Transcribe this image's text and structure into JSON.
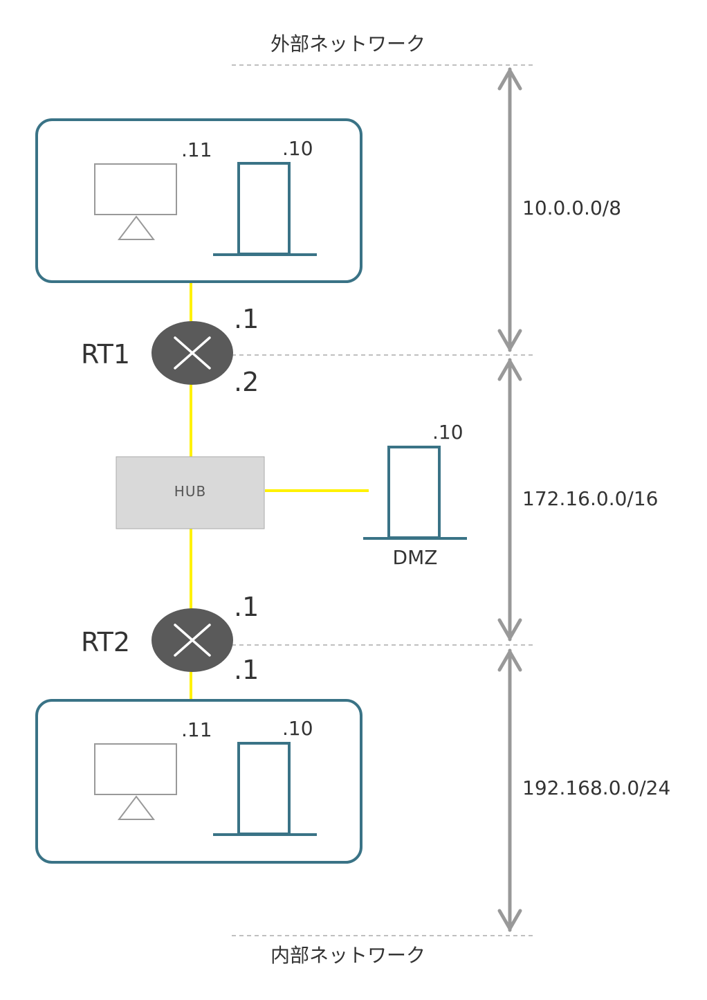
{
  "zones": {
    "external": "外部ネットワーク",
    "internal": "内部ネットワーク"
  },
  "networks": {
    "external_subnet": "10.0.0.0/8",
    "dmz_subnet": "172.16.0.0/16",
    "internal_subnet": "192.168.0.0/24"
  },
  "external_segment": {
    "client_addr": ".11",
    "server_addr": ".10"
  },
  "rt1": {
    "name": "RT1",
    "upper_addr": ".1",
    "lower_addr": ".2"
  },
  "hub": {
    "label": "HUB"
  },
  "dmz": {
    "label": "DMZ",
    "server_addr": ".10"
  },
  "rt2": {
    "name": "RT2",
    "upper_addr": ".1",
    "lower_addr": ".1"
  },
  "internal_segment": {
    "client_addr": ".11",
    "server_addr": ".10"
  },
  "colors": {
    "segment_border": "#3a7386",
    "server": "#3a7386",
    "link": "#fff200",
    "router": "#5a5a5a",
    "arrow": "#999999",
    "hub_fill": "#d9d9d9",
    "client": "#999999"
  }
}
